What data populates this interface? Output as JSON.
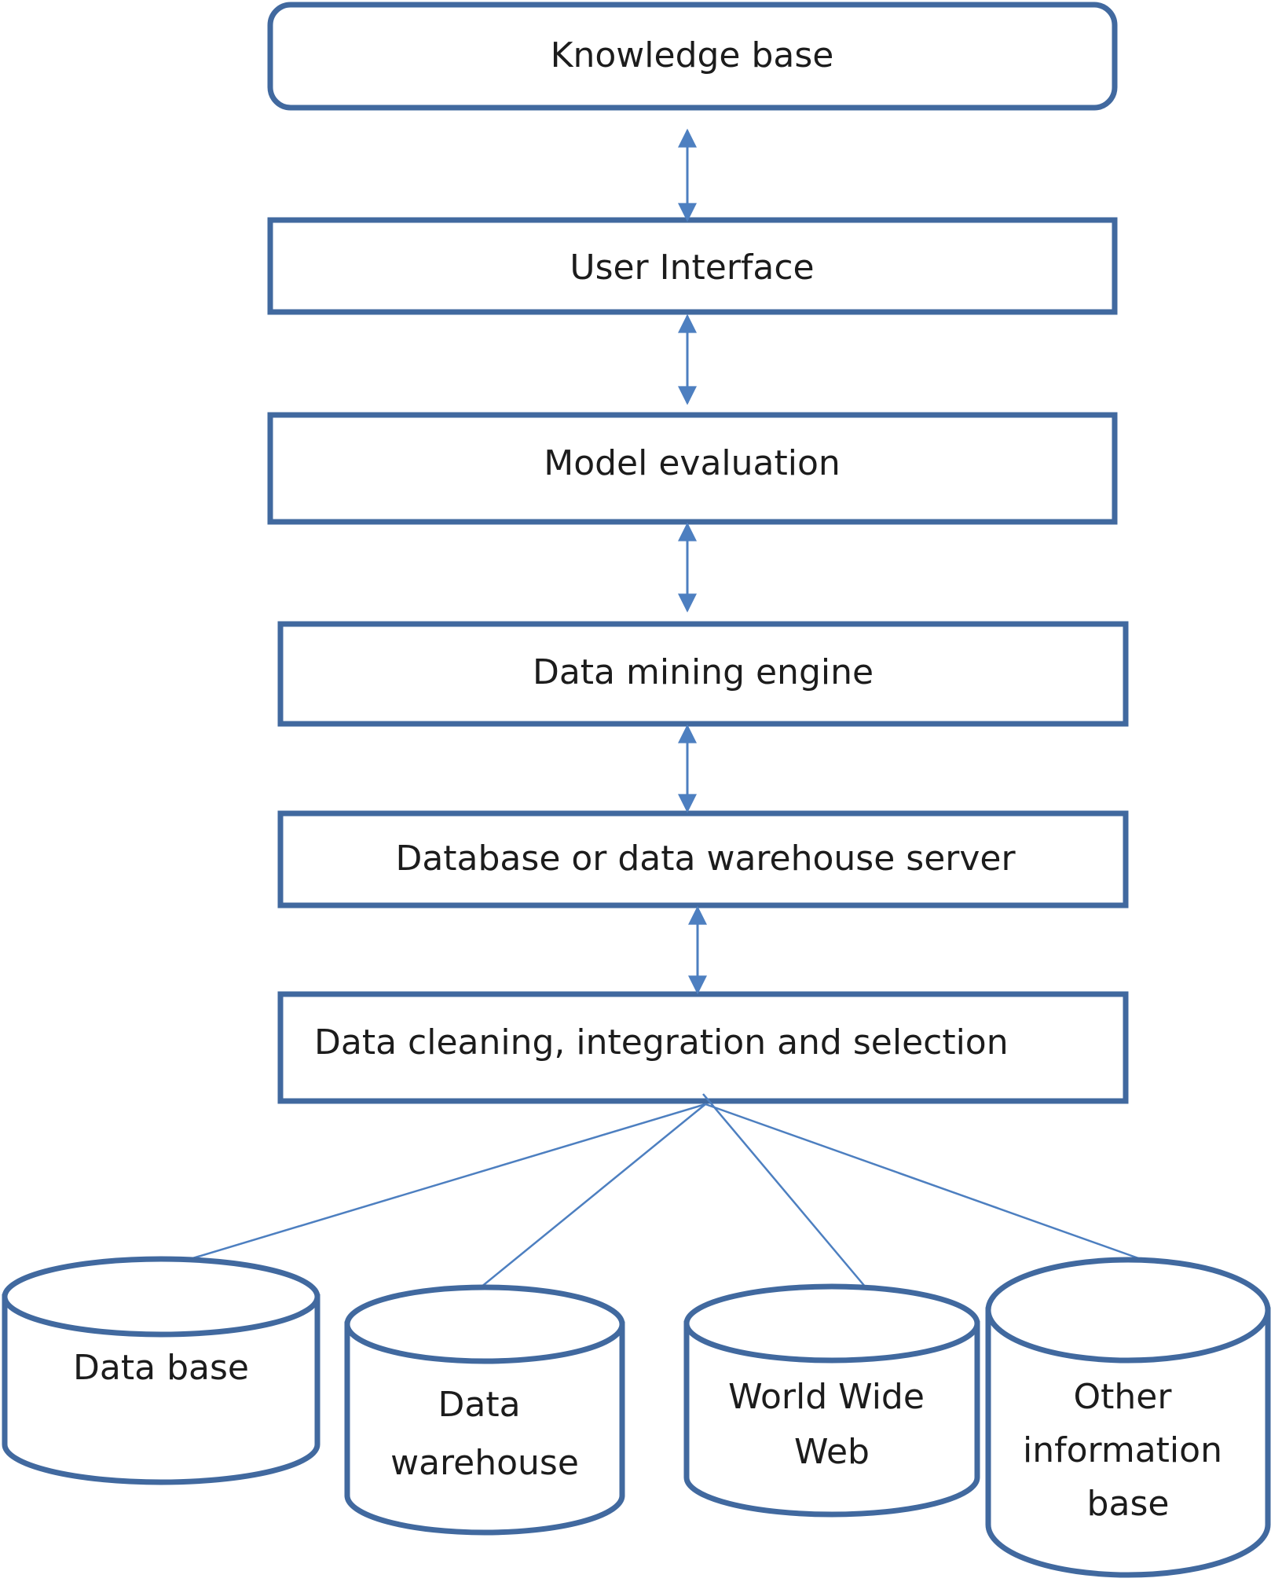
{
  "colors": {
    "stroke": "#41699f",
    "arrow": "#4d7fc0",
    "text": "#1c1c1c",
    "background": "#ffffff"
  },
  "layers": [
    {
      "id": "knowledge-base",
      "label": "Knowledge base",
      "shape": "rounded-rect"
    },
    {
      "id": "user-interface",
      "label": "User Interface",
      "shape": "rect"
    },
    {
      "id": "model-evaluation",
      "label": "Model evaluation",
      "shape": "rect"
    },
    {
      "id": "data-mining-engine",
      "label": "Data mining engine",
      "shape": "rect"
    },
    {
      "id": "database-server",
      "label": "Database or data warehouse server",
      "shape": "rect"
    },
    {
      "id": "data-cleaning",
      "label": "Data cleaning, integration and selection",
      "shape": "rect"
    }
  ],
  "connections": [
    {
      "from": "knowledge-base",
      "to": "user-interface",
      "type": "bidirectional-arrow"
    },
    {
      "from": "user-interface",
      "to": "model-evaluation",
      "type": "bidirectional-arrow"
    },
    {
      "from": "model-evaluation",
      "to": "data-mining-engine",
      "type": "bidirectional-arrow"
    },
    {
      "from": "data-mining-engine",
      "to": "database-server",
      "type": "bidirectional-arrow"
    },
    {
      "from": "database-server",
      "to": "data-cleaning",
      "type": "bidirectional-arrow"
    },
    {
      "from": "data-cleaning",
      "to": "data-base",
      "type": "line"
    },
    {
      "from": "data-cleaning",
      "to": "data-warehouse",
      "type": "line"
    },
    {
      "from": "data-cleaning",
      "to": "world-wide-web",
      "type": "line"
    },
    {
      "from": "data-cleaning",
      "to": "other-information-base",
      "type": "line"
    }
  ],
  "sources": [
    {
      "id": "data-base",
      "lines": [
        "Data base"
      ],
      "shape": "cylinder"
    },
    {
      "id": "data-warehouse",
      "lines": [
        "Data",
        "warehouse"
      ],
      "shape": "cylinder"
    },
    {
      "id": "world-wide-web",
      "lines": [
        "World Wide",
        "Web"
      ],
      "shape": "cylinder"
    },
    {
      "id": "other-information-base",
      "lines": [
        "Other",
        "information",
        "base"
      ],
      "shape": "cylinder"
    }
  ]
}
